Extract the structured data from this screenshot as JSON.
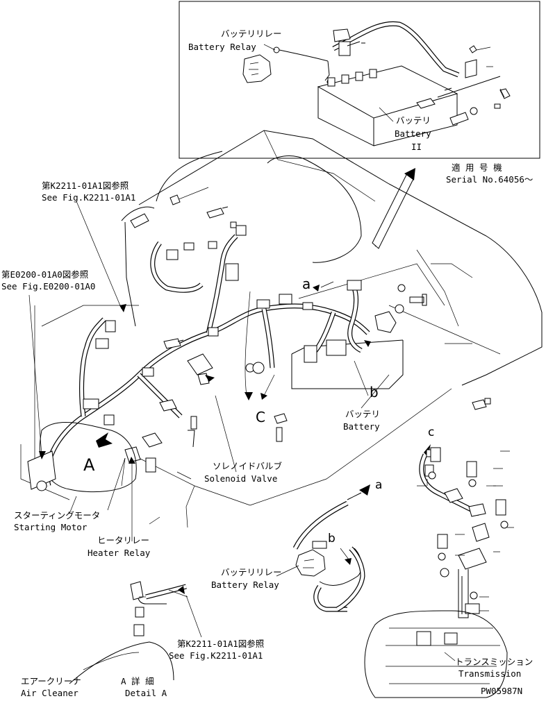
{
  "labels": {
    "battery_relay_inset_ja": "バッテリリレー",
    "battery_relay_inset_en": "Battery Relay",
    "battery_inset_ja": "バッテリ",
    "battery_inset_en": "Battery",
    "battery_inset_qty": "II",
    "serial_ja": "適 用 号 機",
    "serial_en": "Serial No.64056～",
    "see_k2211_top_ja": "第K2211-01A1図参照",
    "see_k2211_top_en": "See Fig.K2211-01A1",
    "see_e0200_ja": "第E0200-01A0図参照",
    "see_e0200_en": "See Fig.E0200-01A0",
    "callout_a_upper": "a",
    "callout_b_upper": "b",
    "callout_c_upper": "C",
    "callout_A_main": "A",
    "battery_main_ja": "バッテリ",
    "battery_main_en": "Battery",
    "solenoid_ja": "ソレノイドバルブ",
    "solenoid_en": "Solenoid Valve",
    "starting_motor_ja": "スターティングモータ",
    "starting_motor_en": "Starting Motor",
    "heater_relay_ja": "ヒータリレー",
    "heater_relay_en": "Heater Relay",
    "callout_a_detail": "a",
    "callout_b_detail": "b",
    "callout_c_detail": "c",
    "battery_relay_detail_ja": "バッテリリレー",
    "battery_relay_detail_en": "Battery Relay",
    "see_k2211_bottom_ja": "第K2211-01A1図参照",
    "see_k2211_bottom_en": "See Fig.K2211-01A1",
    "air_cleaner_ja": "エアークリーナ",
    "air_cleaner_en": "Air Cleaner",
    "detail_a_ja": "A 詳 細",
    "detail_a_en": "Detail A",
    "transmission_ja": "トランスミッション",
    "transmission_en": "Transmission",
    "drawing_no": "PW05987N"
  }
}
